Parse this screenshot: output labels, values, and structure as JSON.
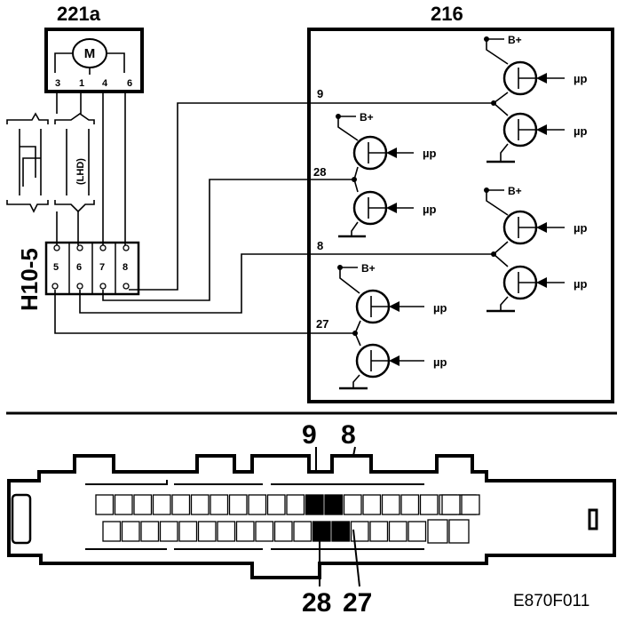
{
  "motor_unit": {
    "label": "221a",
    "motor_symbol": "M",
    "pins": [
      "3",
      "1",
      "4",
      "6"
    ]
  },
  "harness_connector": {
    "label": "H10-5",
    "pins": [
      "5",
      "6",
      "7",
      "8"
    ],
    "lhd_note": "(LHD)"
  },
  "control_module": {
    "label": "216",
    "rail_label": "B+",
    "gate_label": "µp",
    "channels": [
      {
        "pin": "9"
      },
      {
        "pin": "28"
      },
      {
        "pin": "8"
      },
      {
        "pin": "27"
      }
    ]
  },
  "connector_view": {
    "top_pins": [
      "9",
      "8"
    ],
    "bottom_pins": [
      "28",
      "27"
    ]
  },
  "figure_code": "E870F011"
}
